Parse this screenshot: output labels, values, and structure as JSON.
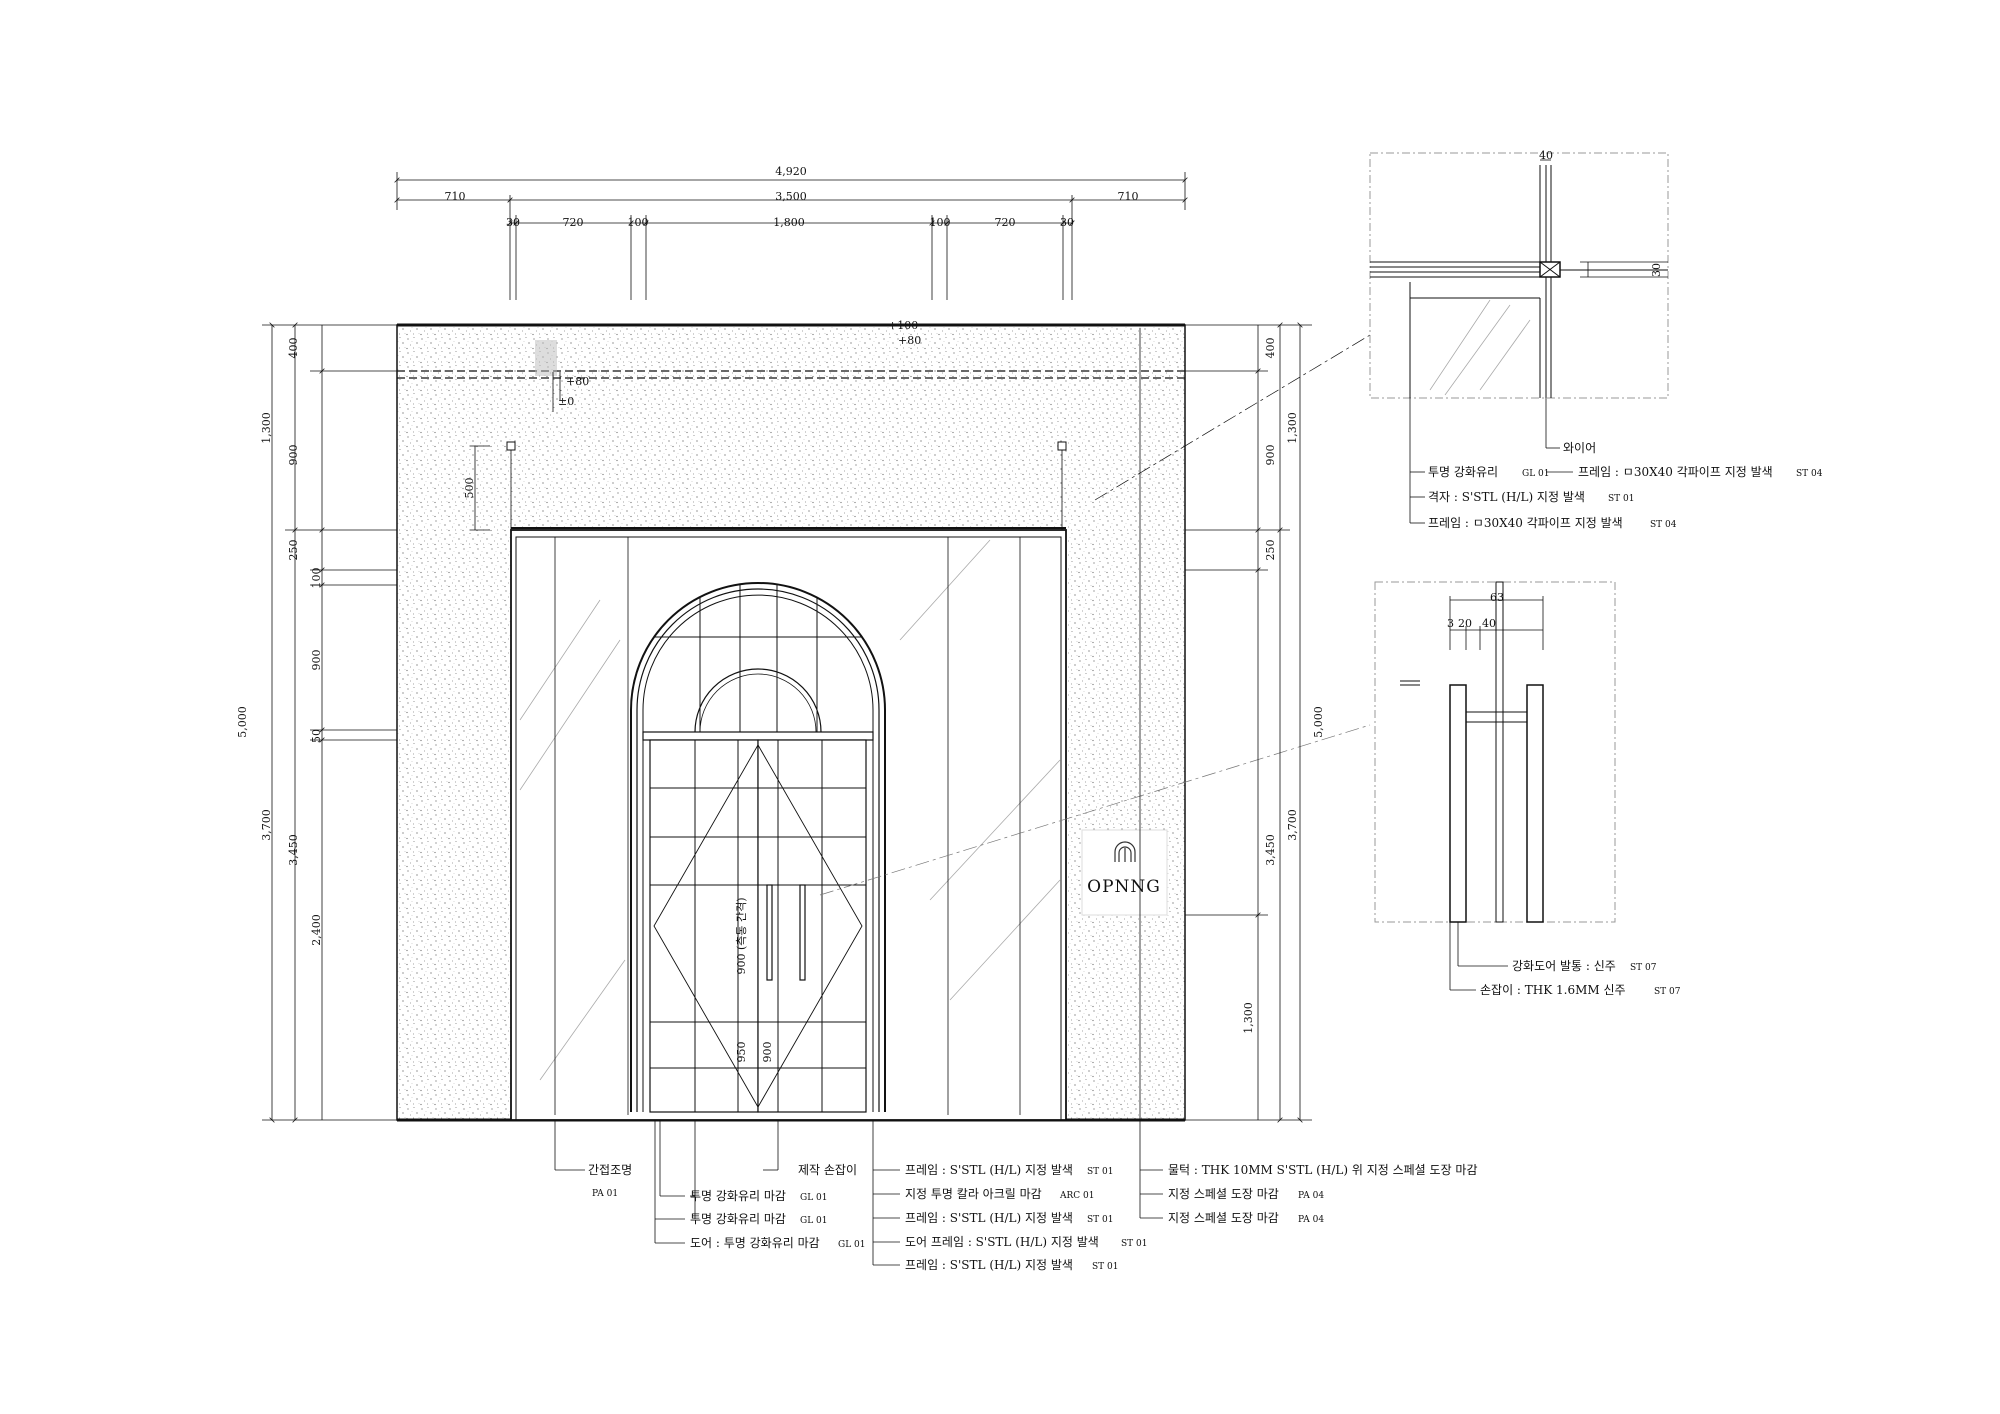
{
  "top_dims": {
    "overall": "4,920",
    "side_left": "710",
    "center": "3,500",
    "side_right": "710",
    "seg": [
      "30",
      "720",
      "100",
      "1,800",
      "100",
      "720",
      "30"
    ]
  },
  "left_dims": {
    "overall": "5,000",
    "d1300": "1,300",
    "d3700": "3,700",
    "d400": "400",
    "d900": "900",
    "d250": "250",
    "d3450": "3,450",
    "d100": "100",
    "d900b": "900",
    "d50": "50",
    "d2400": "2,400"
  },
  "right_dims": {
    "overall": "5,000",
    "d1300": "1,300",
    "d3700": "3,700",
    "d400": "400",
    "d900": "900",
    "d250": "250",
    "d3450": "3,450",
    "d1300b": "1,300"
  },
  "levels": {
    "p100": "+100",
    "p80a": "+80",
    "p80b": "+80",
    "zero": "±0",
    "d500": "500",
    "handle_height": "900 (측통 간격)",
    "d950": "950",
    "d900": "900"
  },
  "logo": {
    "text": "OPNNG"
  },
  "detail_top": {
    "d40": "40",
    "d30": "30",
    "labels": [
      {
        "text": "와이어",
        "tag": ""
      },
      {
        "text": "투명 강화유리",
        "tag": "GL 01"
      },
      {
        "text": "프레임 : ㅁ30X40 각파이프 지정 발색",
        "tag": "ST 04"
      },
      {
        "text": "격자 : S'STL (H/L) 지정 발색",
        "tag": "ST 01"
      },
      {
        "text": "프레임 : ㅁ30X40 각파이프 지정 발색",
        "tag": "ST 04"
      }
    ]
  },
  "detail_bottom": {
    "d63": "63",
    "d3": "3",
    "d20": "20",
    "d40": "40",
    "labels": [
      {
        "text": "강화도어 발통 : 신주",
        "tag": "ST 07"
      },
      {
        "text": "손잡이 : THK 1.6MM 신주",
        "tag": "ST 07"
      }
    ]
  },
  "bottom_labels": {
    "left": [
      {
        "text": "간접조명",
        "tag": "PA 01"
      },
      {
        "text": "투명 강화유리 마감",
        "tag": "GL 01"
      },
      {
        "text": "투명 강화유리 마감",
        "tag": "GL 01"
      },
      {
        "text": "도어 : 투명 강화유리 마감",
        "tag": "GL 01"
      }
    ],
    "handle": {
      "text": "제작 손잡이"
    },
    "center": [
      {
        "text": "프레임 : S'STL (H/L) 지정 발색",
        "tag": "ST 01"
      },
      {
        "text": "지정 투명 칼라 아크릴 마감",
        "tag": "ARC 01"
      },
      {
        "text": "프레임 : S'STL (H/L) 지정 발색",
        "tag": "ST 01"
      },
      {
        "text": "도어 프레임 : S'STL (H/L) 지정 발색",
        "tag": "ST 01"
      },
      {
        "text": "프레임 : S'STL (H/L) 지정 발색",
        "tag": "ST 01"
      }
    ],
    "right": [
      {
        "text": "물턱 : THK 10MM S'STL (H/L) 위 지정 스페셜 도장 마감",
        "tag": ""
      },
      {
        "text": "지정 스페셜 도장 마감",
        "tag": "PA 04"
      },
      {
        "text": "지정 스페셜 도장 마감",
        "tag": "PA 04"
      }
    ]
  }
}
